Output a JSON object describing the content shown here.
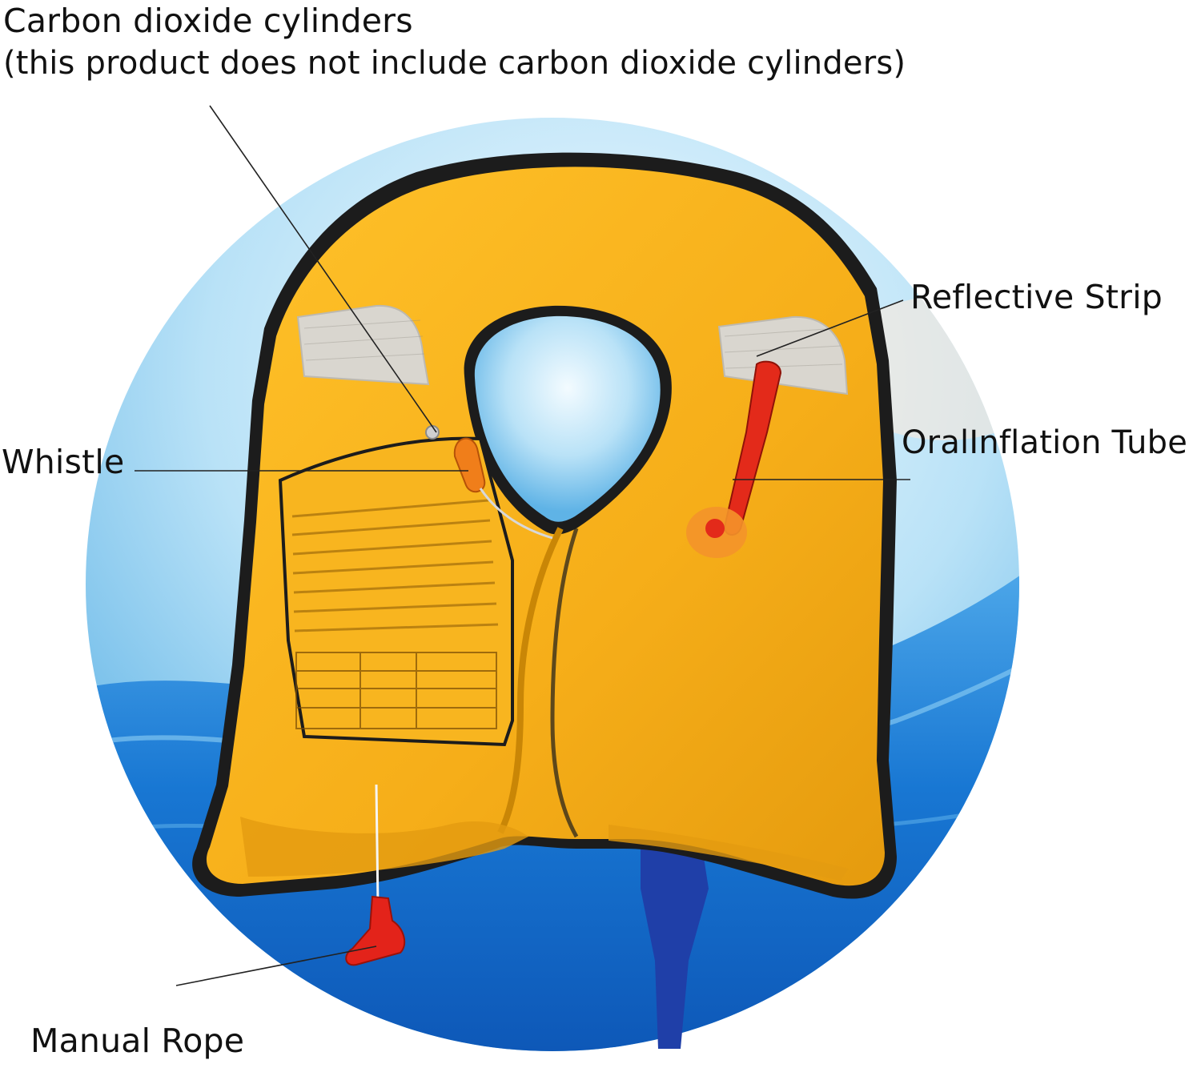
{
  "labels": {
    "co2_title": "Carbon dioxide cylinders",
    "co2_note": "(this product does not include carbon dioxide cylinders)",
    "reflective_strip": "Reflective Strip",
    "oral_inflation_tube": "OralInflation Tube",
    "whistle": "Whistle",
    "manual_rope": "Manual Rope"
  },
  "icons": {
    "vest": "inflatable-life-vest-icon"
  },
  "colors": {
    "vest": "#f7b21c",
    "vest_shade": "#e19a10",
    "piping": "#1c1c1c",
    "reflective": "#d9d6cf",
    "red_parts": "#e32a1a",
    "strap": "#1f3fa8",
    "sky": "#8fcdf0",
    "sea": "#1a78d2",
    "leader_line": "#222222"
  }
}
